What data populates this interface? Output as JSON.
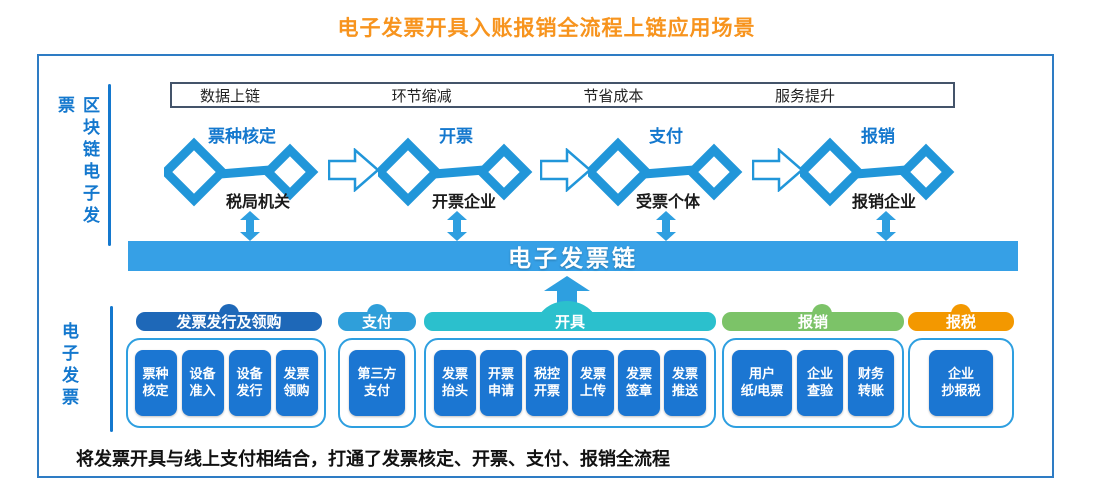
{
  "title": "电子发票开具入账报销全流程上链应用场景",
  "colors": {
    "title_orange": "#F7941E",
    "border_blue": "#2E7CC4",
    "side_blue": "#1478CE",
    "benefits_border": "#44546A",
    "chain_blue": "#2196D9",
    "arrow_blue": "#2E9FE0",
    "bar_blue": "#36A0E6",
    "box_blue": "#1B76D2",
    "container_border": "#2E9FE0",
    "text_dark": "#1a1a1a",
    "g1": "#1E68B8",
    "g2": "#2F9FDA",
    "g3": "#2BC0CD",
    "g4": "#7CC368",
    "g5": "#F39800"
  },
  "blockchain_section": {
    "side_label": "区块链电子发票",
    "benefits": [
      {
        "label": "数据上链"
      },
      {
        "label": "环节缩减"
      },
      {
        "label": "节省成本"
      },
      {
        "label": "服务提升"
      }
    ],
    "stages": [
      {
        "name": "票种核定",
        "actor": "税局机关"
      },
      {
        "name": "开票",
        "actor": "开票企业"
      },
      {
        "name": "支付",
        "actor": "受票个体"
      },
      {
        "name": "报销",
        "actor": "报销企业"
      }
    ],
    "chain_bar_label": "电子发票链"
  },
  "invoice_section": {
    "side_label": "电子发票",
    "groups": [
      {
        "label": "发票发行及领购",
        "boxes": [
          {
            "label": "票种\n核定"
          },
          {
            "label": "设备\n准入"
          },
          {
            "label": "设备\n发行"
          },
          {
            "label": "发票\n领购"
          }
        ]
      },
      {
        "label": "支付",
        "boxes": [
          {
            "label": "第三方\n支付"
          }
        ]
      },
      {
        "label": "开具",
        "boxes": [
          {
            "label": "发票\n抬头"
          },
          {
            "label": "开票\n申请"
          },
          {
            "label": "税控\n开票"
          },
          {
            "label": "发票\n上传"
          },
          {
            "label": "发票\n签章"
          },
          {
            "label": "发票\n推送"
          }
        ]
      },
      {
        "label": "报销",
        "boxes": [
          {
            "label": "用户\n纸/电票"
          },
          {
            "label": "企业\n查验"
          },
          {
            "label": "财务\n转账"
          }
        ]
      },
      {
        "label": "报税",
        "boxes": [
          {
            "label": "企业\n抄报税"
          }
        ]
      }
    ]
  },
  "summary": "将发票开具与线上支付相结合，打通了发票核定、开票、支付、报销全流程"
}
